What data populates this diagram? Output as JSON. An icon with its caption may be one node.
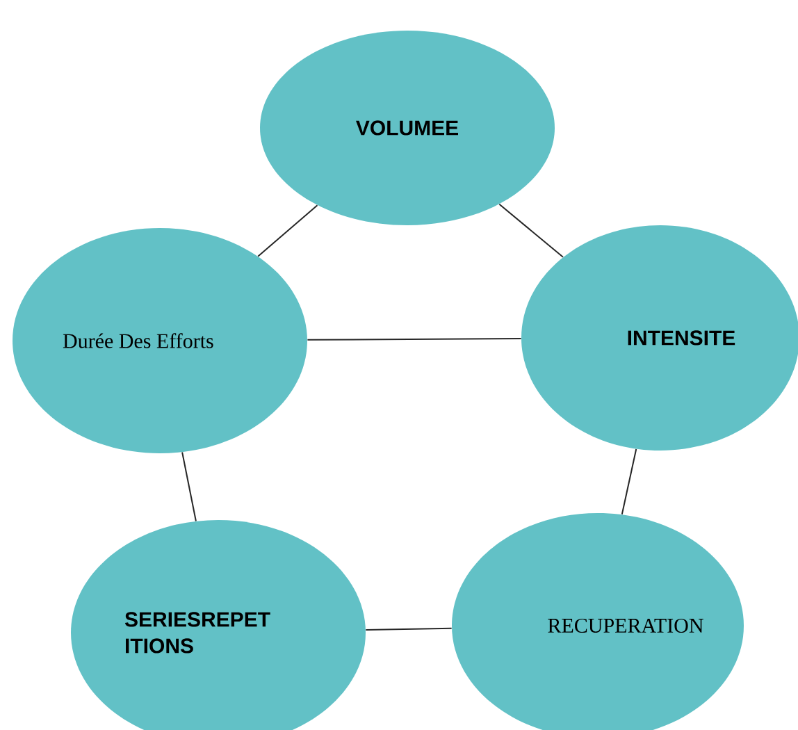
{
  "diagram": {
    "nodes": [
      {
        "text": [
          "VOLUMEE"
        ]
      },
      {
        "text": [
          "Durée Des Efforts"
        ]
      },
      {
        "text": [
          "INTENSITE"
        ]
      },
      {
        "text": [
          "SERIESREPET ITIONS"
        ]
      },
      {
        "text": [
          "RECUPERATION"
        ]
      }
    ],
    "edges": [
      {
        "from": 0,
        "to": 1,
        "arrow": "none"
      },
      {
        "from": 0,
        "to": 2,
        "arrow": "none"
      },
      {
        "from": 1,
        "to": 2,
        "arrow": "none"
      },
      {
        "from": 1,
        "to": 3,
        "arrow": "none"
      },
      {
        "from": 2,
        "to": 4,
        "arrow": "none"
      },
      {
        "from": 3,
        "to": 4,
        "arrow": "none"
      }
    ]
  }
}
